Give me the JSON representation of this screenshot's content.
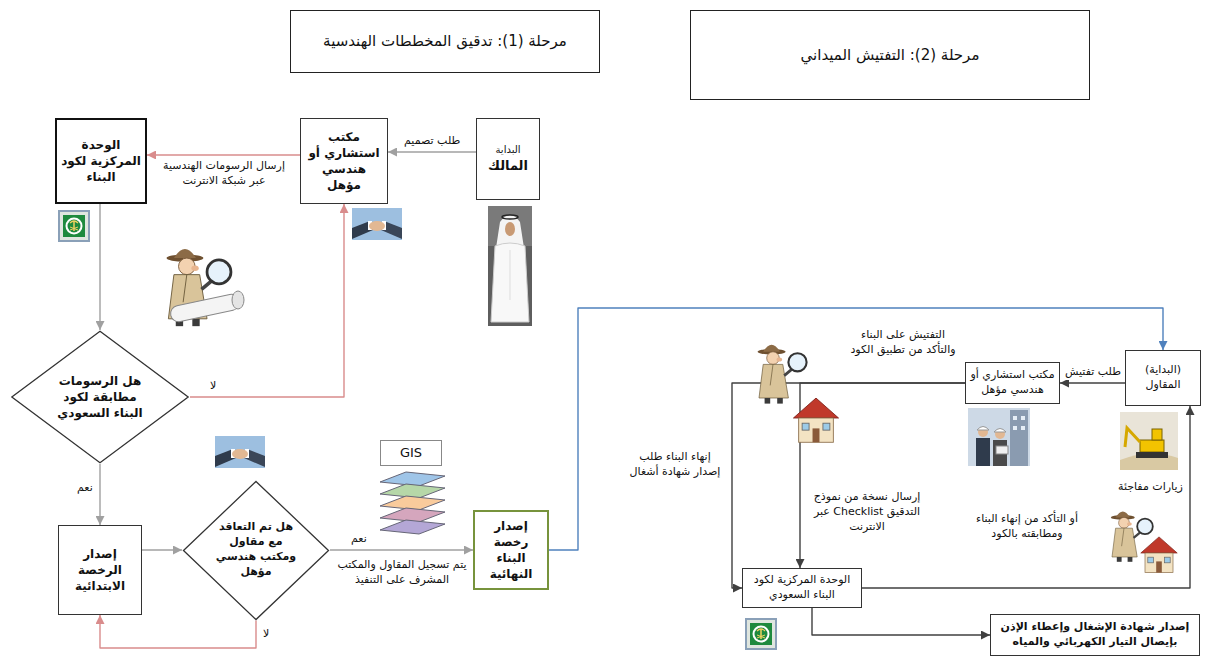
{
  "diagram": {
    "nodes": [
      {
        "text": [
          "مرحلة (1): تدقيق المخططات الهندسية"
        ]
      },
      {
        "text": [
          "البداية",
          "المالك"
        ]
      },
      {
        "text": [
          "مكتب استشاري أو هندسي مؤهل"
        ]
      },
      {
        "text": [
          "الوحدة المركزية لكود البناء"
        ]
      },
      {
        "text": [
          "هل الرسومات مطابقة لكود البناء السعودي"
        ]
      },
      {
        "text": [
          "إصدار الرخصة الابتدائية"
        ]
      },
      {
        "text": [
          "هل تم التعاقد مع مقاول ومكتب هندسي مؤهل"
        ]
      },
      {
        "text": [
          "GIS"
        ]
      },
      {
        "text": [
          "إصدار رخصة البناء النهائية"
        ]
      },
      {
        "text": [
          "مرحلة (2): التفتيش الميداني"
        ]
      },
      {
        "text": [
          "(البداية)",
          "المقاول"
        ]
      },
      {
        "text": [
          "مكتب استشاري أو هندسي مؤهل"
        ]
      },
      {
        "text": [
          "الوحدة المركزية لكود البناء السعودي"
        ]
      },
      {
        "text": [
          "إصدار شهادة الإشغال وإعطاء الإذن بإيصال التيار الكهربائي والمياه"
        ]
      }
    ],
    "edges": [
      {
        "from": 1,
        "to": 2,
        "label": "طلب تصميم",
        "arrow": "to"
      },
      {
        "from": 2,
        "to": 3,
        "label": "إرسال الرسومات الهندسية عبر شبكة الانترنت",
        "arrow": "to"
      },
      {
        "from": 3,
        "to": 4,
        "arrow": "to"
      },
      {
        "from": 4,
        "to": 2,
        "label": "لا",
        "arrow": "to"
      },
      {
        "from": 4,
        "to": 5,
        "label": "نعم",
        "arrow": "to"
      },
      {
        "from": 5,
        "to": 6,
        "arrow": "to"
      },
      {
        "from": 6,
        "to": 8,
        "label": "نعم",
        "arrow": "to"
      },
      {
        "from": 6,
        "to": 5,
        "label": "لا",
        "arrow": "to"
      },
      {
        "from": 8,
        "to": 10,
        "arrow": "to"
      },
      {
        "from": 10,
        "to": 11,
        "label": "طلب تفتيش",
        "arrow": "to"
      },
      {
        "from": 11,
        "to": 12,
        "label": "إرسال نسخة من نموذج التدقيق Checklist عبر الانترنت",
        "arrow": "to"
      },
      {
        "from": 11,
        "to": 12,
        "label": "إنهاء البناء طلب إصدار شهادة أشغال",
        "arrow": "to"
      },
      {
        "from": 12,
        "to": 10,
        "label": "زيارات مفاجئة",
        "arrow": "to"
      },
      {
        "from": 12,
        "to": 13,
        "arrow": "to"
      }
    ],
    "labels": [
      "يتم تسجيل المقاول والمكتب المشرف على التنفيذ",
      "التفتيش على البناء والتأكد من تطبيق الكود",
      "أو التأكد من إنهاء البناء ومطابقته بالكود"
    ]
  }
}
